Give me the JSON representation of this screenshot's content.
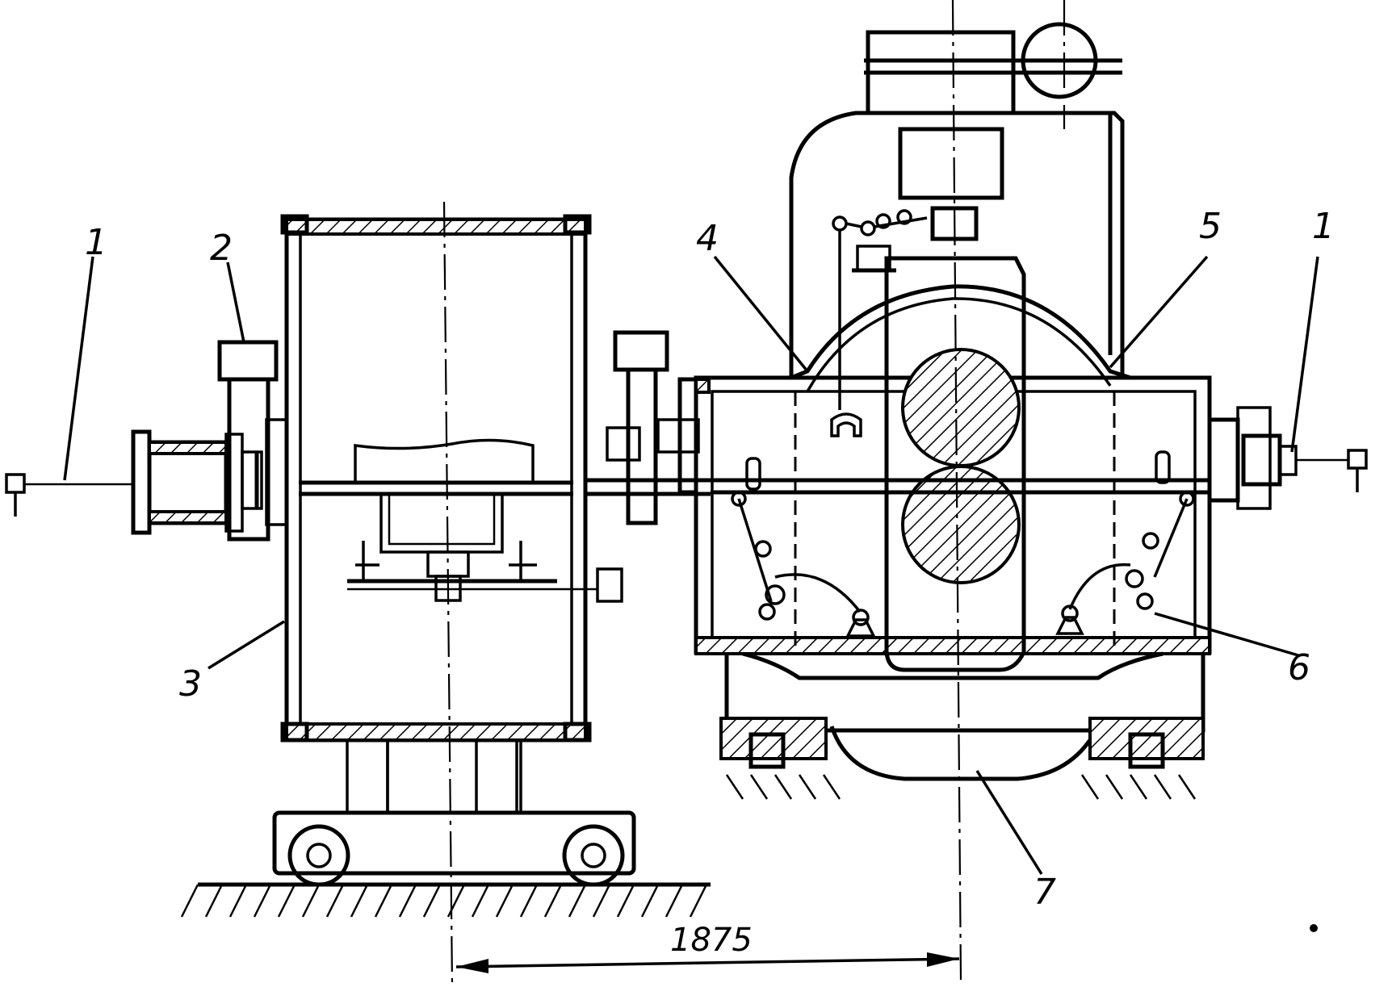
{
  "labels": {
    "l1_left": "1",
    "l2": "2",
    "l3": "3",
    "l4": "4",
    "l5": "5",
    "l1_right": "1",
    "l6": "6",
    "l7": "7"
  },
  "dimension": "1875"
}
